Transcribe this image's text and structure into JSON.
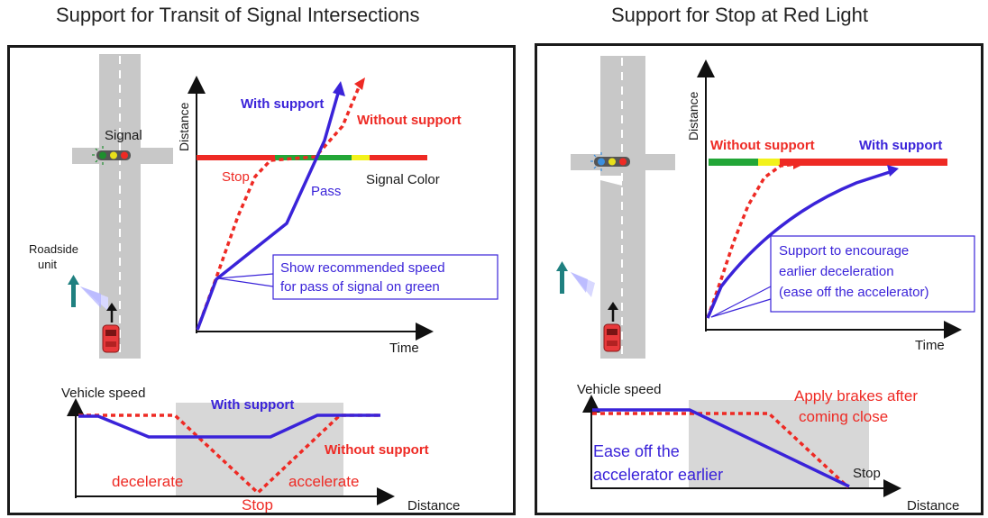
{
  "left": {
    "title": "Support for Transit of Signal Intersections",
    "signal_label": "Signal",
    "roadside_label_1": "Roadside",
    "roadside_label_2": "unit",
    "distance_axis": "Distance",
    "time_axis": "Time",
    "with_support": "With support",
    "without_support": "Without support",
    "stop": "Stop",
    "pass": "Pass",
    "signal_color": "Signal Color",
    "callout_line1": "Show recommended speed",
    "callout_line2": "for pass of signal on green",
    "speed_axis": "Vehicle speed",
    "speed_distance_axis": "Distance",
    "speed_with_support": "With support",
    "speed_without_support": "Without support",
    "decelerate": "decelerate",
    "accelerate": "accelerate",
    "speed_stop": "Stop"
  },
  "right": {
    "title": "Support for Stop at Red Light",
    "distance_axis": "Distance",
    "time_axis": "Time",
    "without_support": "Without support",
    "with_support": "With support",
    "callout_line1": "Support to encourage",
    "callout_line2": "earlier deceleration",
    "callout_line3": "(ease off the accelerator)",
    "speed_axis": "Vehicle speed",
    "speed_distance_axis": "Distance",
    "apply_brakes_1": "Apply brakes after",
    "apply_brakes_2": "coming close",
    "ease_off_1": "Ease off the",
    "ease_off_2": "accelerator earlier",
    "speed_stop": "Stop"
  },
  "colors": {
    "with_support": "#3a23d9",
    "without_support": "#ee2a24",
    "signal_green": "#22a637",
    "signal_yellow": "#f2f21b",
    "signal_red": "#ee2a24",
    "road": "#c8c8c8",
    "shade": "#d7d7d7",
    "roadside_unit": "#1f8080"
  }
}
